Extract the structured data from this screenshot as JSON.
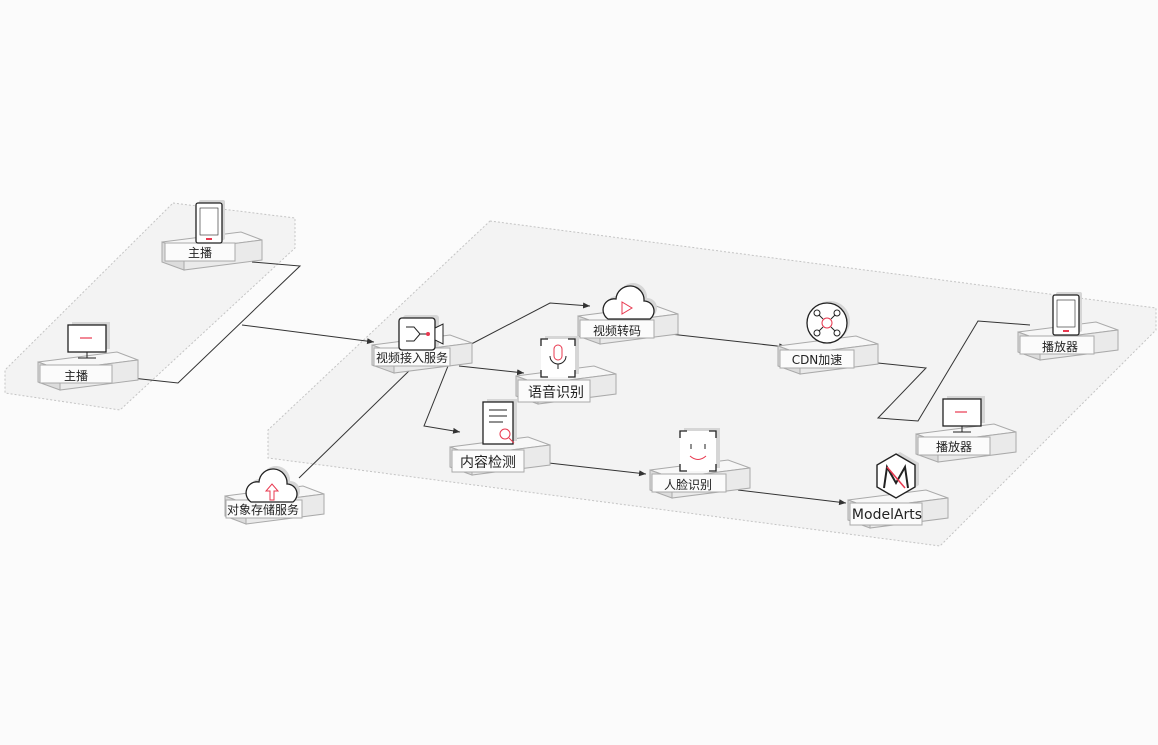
{
  "nodes": {
    "anchor_mobile": {
      "label": "主播",
      "icon": "tablet-icon"
    },
    "anchor_pc": {
      "label": "主播",
      "icon": "monitor-icon"
    },
    "video_ingest": {
      "label": "视频接入服务",
      "icon": "video-ingest-icon"
    },
    "object_storage": {
      "label": "对象存储服务",
      "icon": "cloud-upload-icon"
    },
    "transcoding": {
      "label": "视频转码",
      "icon": "cloud-play-icon"
    },
    "speech_recognition": {
      "label": "语音识别",
      "icon": "microphone-icon"
    },
    "content_moderation": {
      "label": "内容检测",
      "icon": "document-search-icon"
    },
    "face_recognition": {
      "label": "人脸识别",
      "icon": "face-scan-icon"
    },
    "cdn": {
      "label": "CDN加速",
      "icon": "network-hub-icon"
    },
    "modelarts": {
      "label": "ModelArts",
      "icon": "modelarts-logo-icon"
    },
    "player_mobile": {
      "label": "播放器",
      "icon": "tablet-icon"
    },
    "player_pc": {
      "label": "播放器",
      "icon": "monitor-icon"
    }
  },
  "colors": {
    "accent": "#e8384f",
    "line": "#333333",
    "platform": "#efefef",
    "zone": "#f4f4f4",
    "zone_border": "#bdbdbd"
  }
}
